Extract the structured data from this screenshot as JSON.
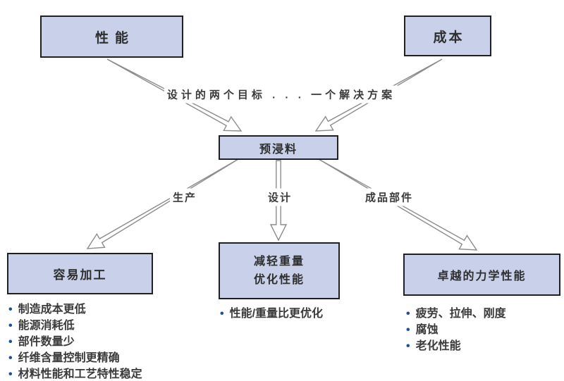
{
  "diagram": {
    "top_boxes": {
      "performance": "性能",
      "cost": "成本"
    },
    "goal_text": "设计的两个目标 . . . 一个解决方案",
    "center_box": "预浸料",
    "branch_labels": {
      "production": "生产",
      "design": "设计",
      "finished_part": "成品部件"
    },
    "bottom_boxes": {
      "easy_processing": {
        "title": "容易加工",
        "bullets": [
          "制造成本更低",
          "能源消耗低",
          "部件数量少",
          "纤维含量控制更精确",
          "材料性能和工艺特性稳定"
        ]
      },
      "weight_performance": {
        "title_line1": "减轻重量",
        "title_line2": "优化性能",
        "bullets": [
          "性能/重量比更优化"
        ]
      },
      "mechanical": {
        "title": "卓越的力学性能",
        "bullets": [
          "疲劳、拉伸、刚度",
          "腐蚀",
          "老化性能"
        ]
      }
    },
    "colors": {
      "box_fill": "#c9d0ea",
      "box_border": "#202020",
      "arrow_stroke": "#8c8c8c",
      "arrow_fill": "#ffffff",
      "bullet_dot": "#1d4fa1",
      "text": "#3a3a3a",
      "background": "#ffffff"
    }
  }
}
